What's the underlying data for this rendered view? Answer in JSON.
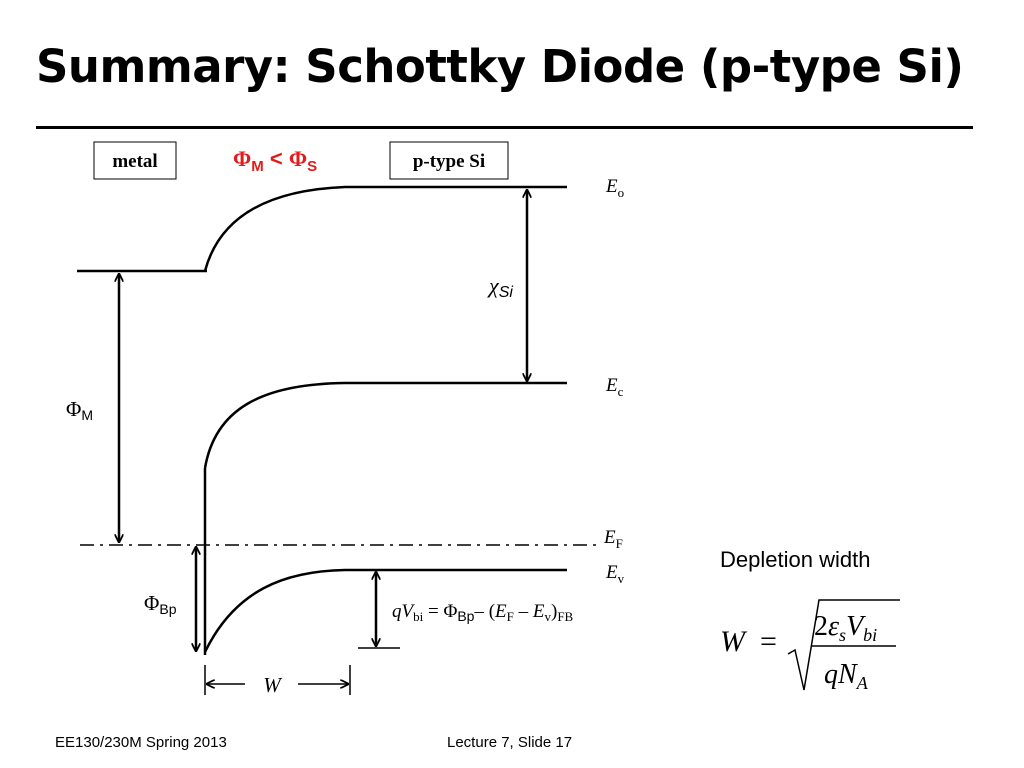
{
  "slide": {
    "title": "Summary: Schottky Diode (p-type Si)",
    "footer_left": "EE130/230M Spring 2013",
    "footer_right": "Lecture 7, Slide 17"
  },
  "diagram": {
    "metal_label": "metal",
    "ptype_label": "p-type Si",
    "condition": {
      "phi": "Φ",
      "m_sub": "M",
      "lt": " < ",
      "s_sub": "S",
      "color": "#e31b1b"
    },
    "levels": {
      "eo_letter": "E",
      "eo_sub": "o",
      "ec_letter": "E",
      "ec_sub": "c",
      "ef_letter": "E",
      "ef_sub": "F",
      "ev_letter": "E",
      "ev_sub": "v"
    },
    "chi": {
      "symbol": "χ",
      "sub": "Si"
    },
    "phi_m": {
      "symbol": "Φ",
      "sub": "M"
    },
    "phi_bp": {
      "symbol": "Φ",
      "sub": "Bp"
    },
    "w_label": "W",
    "vbi_equation": {
      "q": "q",
      "v": "V",
      "v_sub": "bi",
      "eq": " = Φ",
      "bp_sub": "Bp",
      "minus_open": "– (",
      "ef": "E",
      "ef_sub": "F",
      "minus": " – ",
      "ev": "E",
      "ev_sub": "v",
      "close": ")",
      "fb_sub": "FB"
    },
    "depletion_label": "Depletion width",
    "w_formula": {
      "w": "W",
      "equals": "=",
      "num_2": "2",
      "eps": "ε",
      "eps_sub": "s",
      "v": "V",
      "v_sub": "bi",
      "q": "q",
      "n": "N",
      "n_sub": "A"
    }
  }
}
